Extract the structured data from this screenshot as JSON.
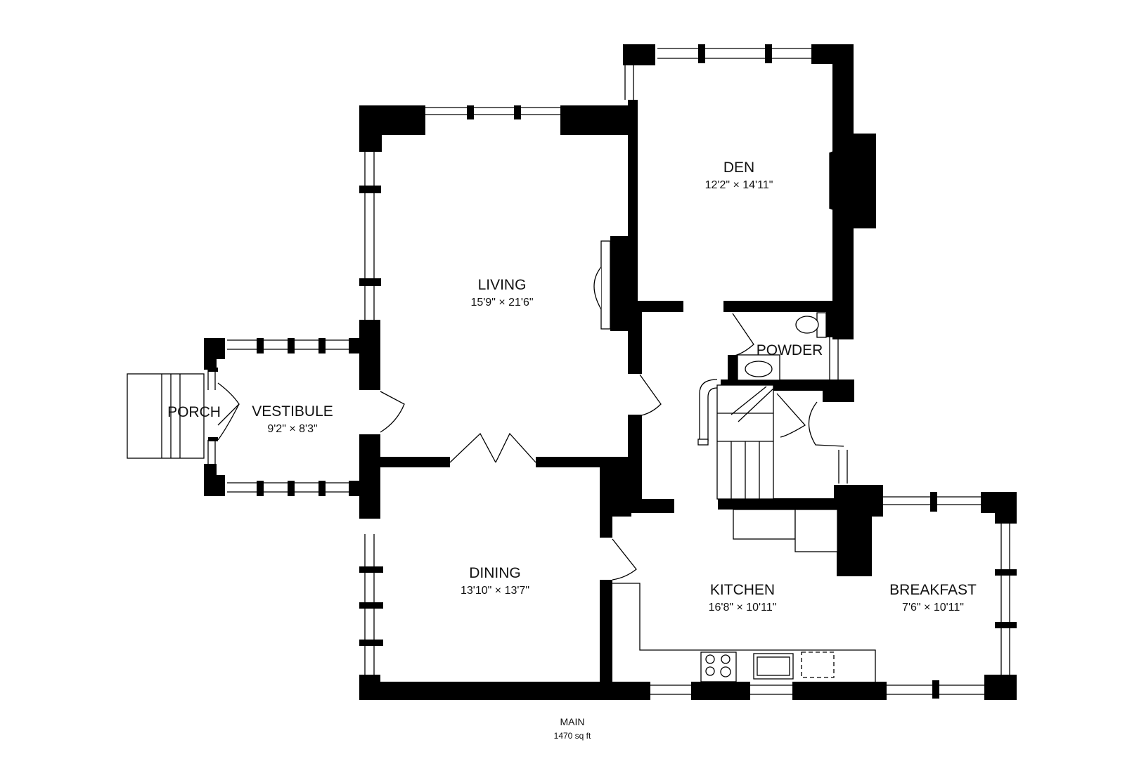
{
  "rooms": {
    "den": {
      "name": "DEN",
      "dims": "12'2\" × 14'11\""
    },
    "living": {
      "name": "LIVING",
      "dims": "15'9\" × 21'6\""
    },
    "powder": {
      "name": "POWDER"
    },
    "porch": {
      "name": "PORCH"
    },
    "vestibule": {
      "name": "VESTIBULE",
      "dims": "9'2\" × 8'3\""
    },
    "dining": {
      "name": "DINING",
      "dims": "13'10\" × 13'7\""
    },
    "kitchen": {
      "name": "KITCHEN",
      "dims": "16'8\" × 10'11\""
    },
    "breakfast": {
      "name": "BREAKFAST",
      "dims": "7'6\" × 10'11\""
    }
  },
  "footer": {
    "floor": "MAIN",
    "area": "1470 sq ft"
  }
}
